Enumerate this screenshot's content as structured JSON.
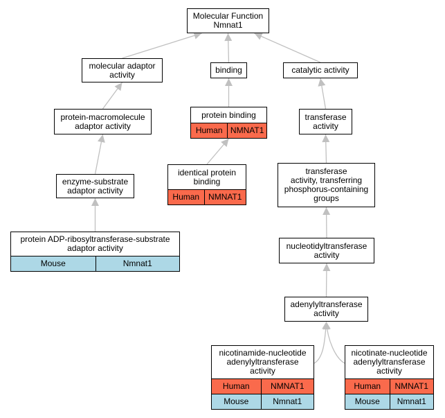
{
  "colors": {
    "human_row": "#fa6a4c",
    "mouse_row": "#add8e6",
    "edge": "#c0c0c0"
  },
  "nodes": {
    "root": {
      "label": "Molecular Function\nNmnat1",
      "rows": []
    },
    "adaptor": {
      "label": "molecular adaptor\nactivity",
      "rows": []
    },
    "binding": {
      "label": "binding",
      "rows": []
    },
    "catalytic": {
      "label": "catalytic activity",
      "rows": []
    },
    "pm_adaptor": {
      "label": "protein-macromolecule\nadaptor activity",
      "rows": []
    },
    "protein_binding": {
      "label": "protein binding",
      "rows": [
        {
          "species": "Human",
          "gene": "NMNAT1"
        }
      ]
    },
    "transferase": {
      "label": "transferase\nactivity",
      "rows": []
    },
    "es_adaptor": {
      "label": "enzyme-substrate\nadaptor activity",
      "rows": []
    },
    "identical_binding": {
      "label": "identical protein\nbinding",
      "rows": [
        {
          "species": "Human",
          "gene": "NMNAT1"
        }
      ]
    },
    "phospho_transferase": {
      "label": "transferase\nactivity, transferring\nphosphorus-containing\ngroups",
      "rows": []
    },
    "adp_ribosyl": {
      "label": "protein ADP-ribosyltransferase-substrate\nadaptor activity",
      "rows": [
        {
          "species": "Mouse",
          "gene": "Nmnat1"
        }
      ]
    },
    "nucleotidyl": {
      "label": "nucleotidyltransferase\nactivity",
      "rows": []
    },
    "adenylyl": {
      "label": "adenylyltransferase\nactivity",
      "rows": []
    },
    "nmn_adenylyl": {
      "label": "nicotinamide-nucleotide\nadenylyltransferase\nactivity",
      "rows": [
        {
          "species": "Human",
          "gene": "NMNAT1"
        },
        {
          "species": "Mouse",
          "gene": "Nmnat1"
        }
      ]
    },
    "nan_adenylyl": {
      "label": "nicotinate-nucleotide\nadenylyltransferase\nactivity",
      "rows": [
        {
          "species": "Human",
          "gene": "NMNAT1"
        },
        {
          "species": "Mouse",
          "gene": "Nmnat1"
        }
      ]
    }
  },
  "edges": [
    {
      "from": "adaptor",
      "to": "root"
    },
    {
      "from": "binding",
      "to": "root"
    },
    {
      "from": "catalytic",
      "to": "root"
    },
    {
      "from": "pm_adaptor",
      "to": "adaptor"
    },
    {
      "from": "protein_binding",
      "to": "binding"
    },
    {
      "from": "transferase",
      "to": "catalytic"
    },
    {
      "from": "es_adaptor",
      "to": "pm_adaptor"
    },
    {
      "from": "identical_binding",
      "to": "protein_binding"
    },
    {
      "from": "phospho_transferase",
      "to": "transferase"
    },
    {
      "from": "adp_ribosyl",
      "to": "es_adaptor"
    },
    {
      "from": "nucleotidyl",
      "to": "phospho_transferase"
    },
    {
      "from": "adenylyl",
      "to": "nucleotidyl"
    },
    {
      "from": "nmn_adenylyl",
      "to": "adenylyl"
    },
    {
      "from": "nan_adenylyl",
      "to": "adenylyl"
    }
  ]
}
